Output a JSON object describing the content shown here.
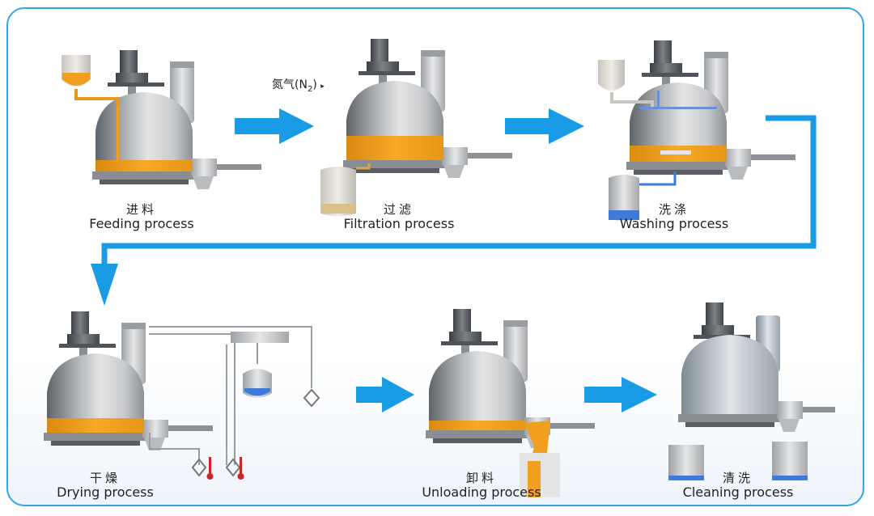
{
  "colors": {
    "frame": "#35a5e6",
    "arrow": "#1a9be6",
    "vessel_dark": "#6e7378",
    "vessel_light": "#d8dadc",
    "slurry": "#f0a01e",
    "water": "#3f7ad8"
  },
  "nitrogen_label": {
    "zh": "氮气",
    "paren_open": "(N",
    "sub": "2",
    "paren_close": ")"
  },
  "steps": [
    {
      "id": "feeding",
      "zh": "进料",
      "en": "Feeding process"
    },
    {
      "id": "filtration",
      "zh": "过滤",
      "en": "Filtration process"
    },
    {
      "id": "washing",
      "zh": "洗涤",
      "en": "Washing process"
    },
    {
      "id": "drying",
      "zh": "干燥",
      "en": "Drying process"
    },
    {
      "id": "unloading",
      "zh": "卸料",
      "en": "Unloading process"
    },
    {
      "id": "cleaning",
      "zh": "清洗",
      "en": "Cleaning process"
    }
  ]
}
